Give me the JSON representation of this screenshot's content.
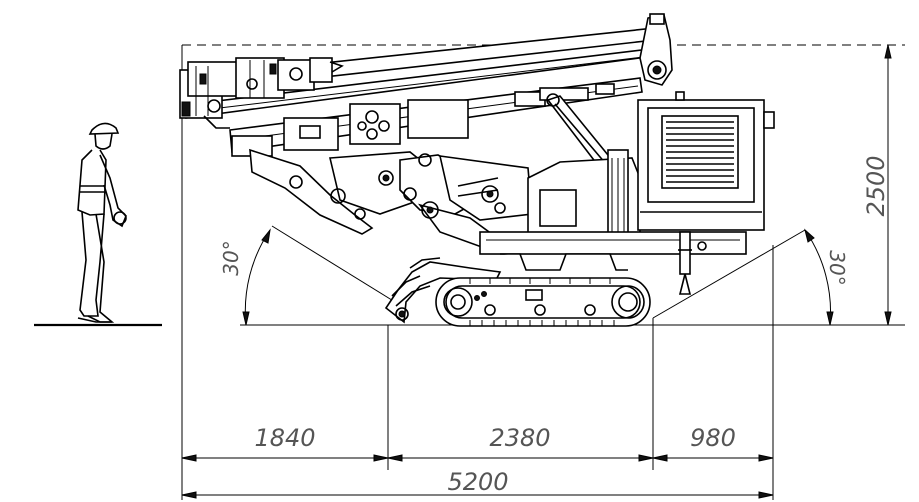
{
  "dimensions": {
    "front_overhang": "1840",
    "track_length": "2380",
    "rear_overhang": "980",
    "total_length": "5200",
    "height": "2500"
  },
  "angles": {
    "approach": "30°",
    "departure": "30°"
  },
  "colors": {
    "line": "#000000",
    "dimension_text": "#555555",
    "background": "#ffffff"
  }
}
